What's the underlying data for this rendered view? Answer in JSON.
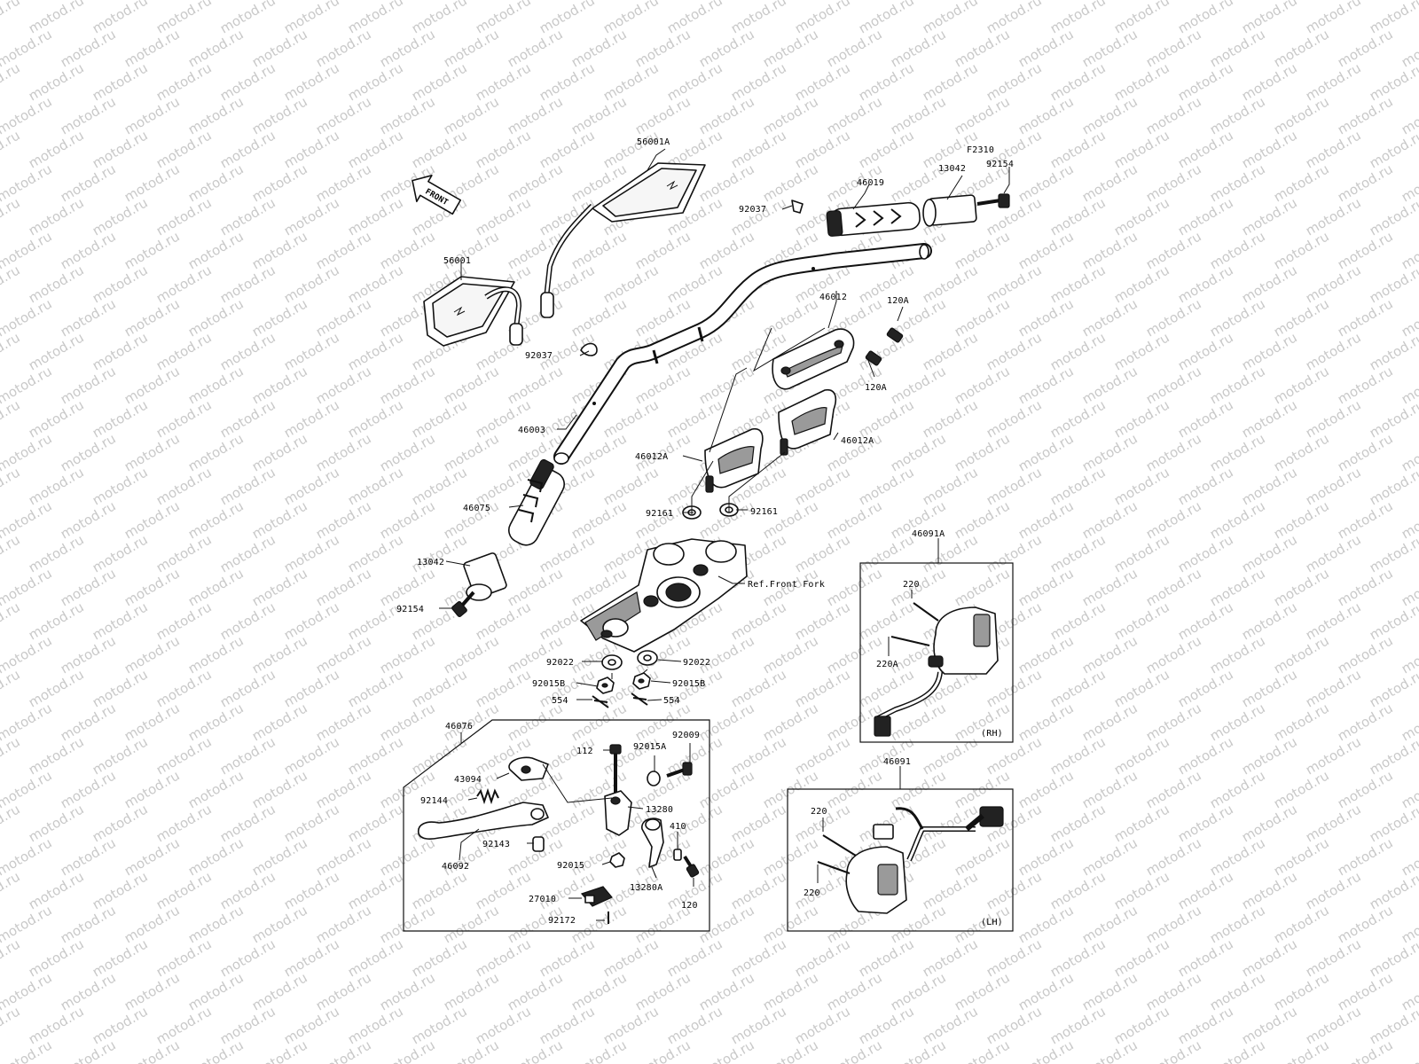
{
  "watermark": {
    "text": "motod.ru",
    "color": "#c9c9c9"
  },
  "front_badge": {
    "text": "FRONT"
  },
  "callouts": {
    "mirror_right": "56001A",
    "mirror_left": "56001",
    "clip_right": "92037",
    "clip_left": "92037",
    "handlebar": "46003",
    "grip_right": "46019",
    "weight_right": "13042",
    "screw_right": "92154",
    "ref_f2310": "F2310",
    "holder_upper": "46012",
    "bolt_upper_1": "120A",
    "bolt_upper_2": "120A",
    "holder_lower_left": "46012A",
    "holder_lower_right": "46012A",
    "washer_left": "92161",
    "washer_right": "92161",
    "grip_left": "46075",
    "weight_left": "13042",
    "screw_left": "92154",
    "ref_front_fork": "Ref.Front Fork",
    "washer_bottom_left": "92022",
    "washer_bottom_right": "92022",
    "nut_left": "92015B",
    "nut_right": "92015B",
    "pin_left": "554",
    "pin_right": "554"
  },
  "lever_box": {
    "title": "46076",
    "labels": {
      "adjuster": "43094",
      "spring": "92144",
      "lever": "46092",
      "bushing": "92143",
      "bolt_112": "112",
      "washer_92015A": "92015A",
      "screw_92009": "92009",
      "bracket": "13280",
      "nut_92015": "92015",
      "clamp": "13280A",
      "collar": "410",
      "bolt_120": "120",
      "switch": "27010",
      "screw_92172": "92172"
    }
  },
  "rh_box": {
    "title": "46091A",
    "side": "(RH)",
    "labels": {
      "screw_a": "220",
      "screw_b": "220A"
    }
  },
  "lh_box": {
    "title": "46091",
    "side": "(LH)",
    "labels": {
      "screw_a": "220",
      "screw_b": "220"
    }
  }
}
